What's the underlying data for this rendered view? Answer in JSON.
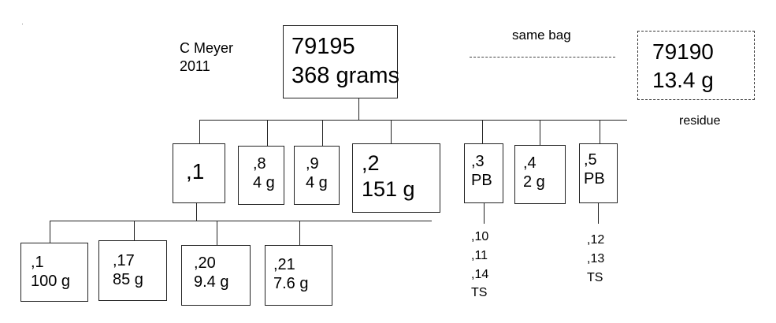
{
  "author": {
    "name": "C Meyer",
    "year": "2011"
  },
  "root": {
    "id": "79195",
    "weight": "368 grams"
  },
  "related": {
    "link_label": "same bag",
    "id": "79190",
    "weight": "13.4 g"
  },
  "residue_label": "residue",
  "level1": [
    {
      "id": ",1",
      "detail": ""
    },
    {
      "id": ",8",
      "detail": "4 g"
    },
    {
      "id": ",9",
      "detail": "4 g"
    },
    {
      "id": ",2",
      "detail": "151 g"
    },
    {
      "id": ",3",
      "detail": "PB",
      "children": [
        ",10",
        ",11",
        ",14",
        "TS"
      ]
    },
    {
      "id": ",4",
      "detail": "2 g"
    },
    {
      "id": ",5",
      "detail": "PB",
      "children": [
        ",12",
        ",13",
        "TS"
      ]
    }
  ],
  "level2": [
    {
      "id": ",1",
      "detail": "100 g"
    },
    {
      "id": ",17",
      "detail": "85 g"
    },
    {
      "id": ",20",
      "detail": "9.4 g"
    },
    {
      "id": ",21",
      "detail": "7.6 g"
    }
  ]
}
